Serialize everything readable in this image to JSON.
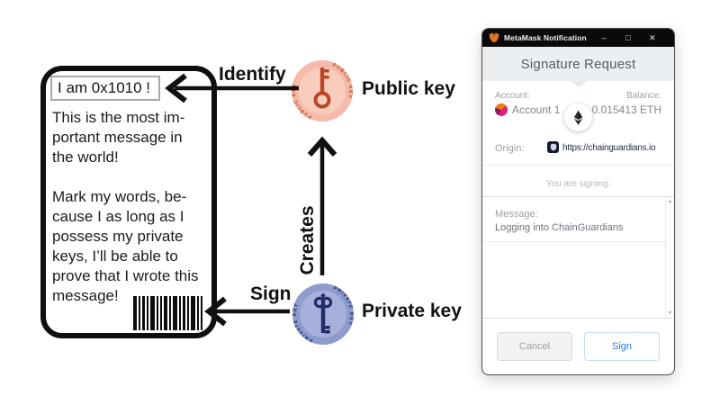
{
  "diagram": {
    "card": {
      "headline": "I am 0x1010 !",
      "paragraph1_lines": [
        "This is the most im-",
        "portant message in",
        "the world!"
      ],
      "paragraph2_lines": [
        "Mark my words, be-",
        "cause I as long as I",
        "possess my private",
        "keys, I’ll be able to",
        "prove that I wrote this",
        "message!"
      ]
    },
    "labels": {
      "identify": "Identify",
      "sign": "Sign",
      "creates": "Creates",
      "public_key": "Public key",
      "private_key": "Private key"
    },
    "badges": {
      "public_ring_text": "PUBLIC KEY",
      "private_ring_text": "PRIVATE KEY"
    },
    "colors": {
      "public_fill": "#f5baa9",
      "public_fill_inner": "#f8cdbe",
      "public_key_color": "#bd4527",
      "private_fill": "#8e9bcd",
      "private_fill_inner": "#a6b0da",
      "private_key_color": "#222c67"
    }
  },
  "metamask": {
    "title": "MetaMask Notification",
    "window_controls": {
      "minimize": "–",
      "maximize": "□",
      "close": "✕"
    },
    "header": "Signature Request",
    "account": {
      "label": "Account:",
      "name": "Account 1"
    },
    "balance": {
      "label": "Balance:",
      "value": "0.015413 ETH"
    },
    "origin": {
      "label": "Origin:",
      "url": "https://chainguardians.io"
    },
    "signing_caption": "You are signing:",
    "message": {
      "label": "Message:",
      "value": "Logging into ChainGuardians"
    },
    "buttons": {
      "cancel": "Cancel",
      "sign": "Sign"
    },
    "scrollbar": {
      "up": "▲",
      "down": "▼"
    },
    "accent_colors": {
      "titlebar": "#0a0a0a",
      "header_bg": "#eceff1",
      "sign_blue": "#2a7bd6"
    }
  }
}
